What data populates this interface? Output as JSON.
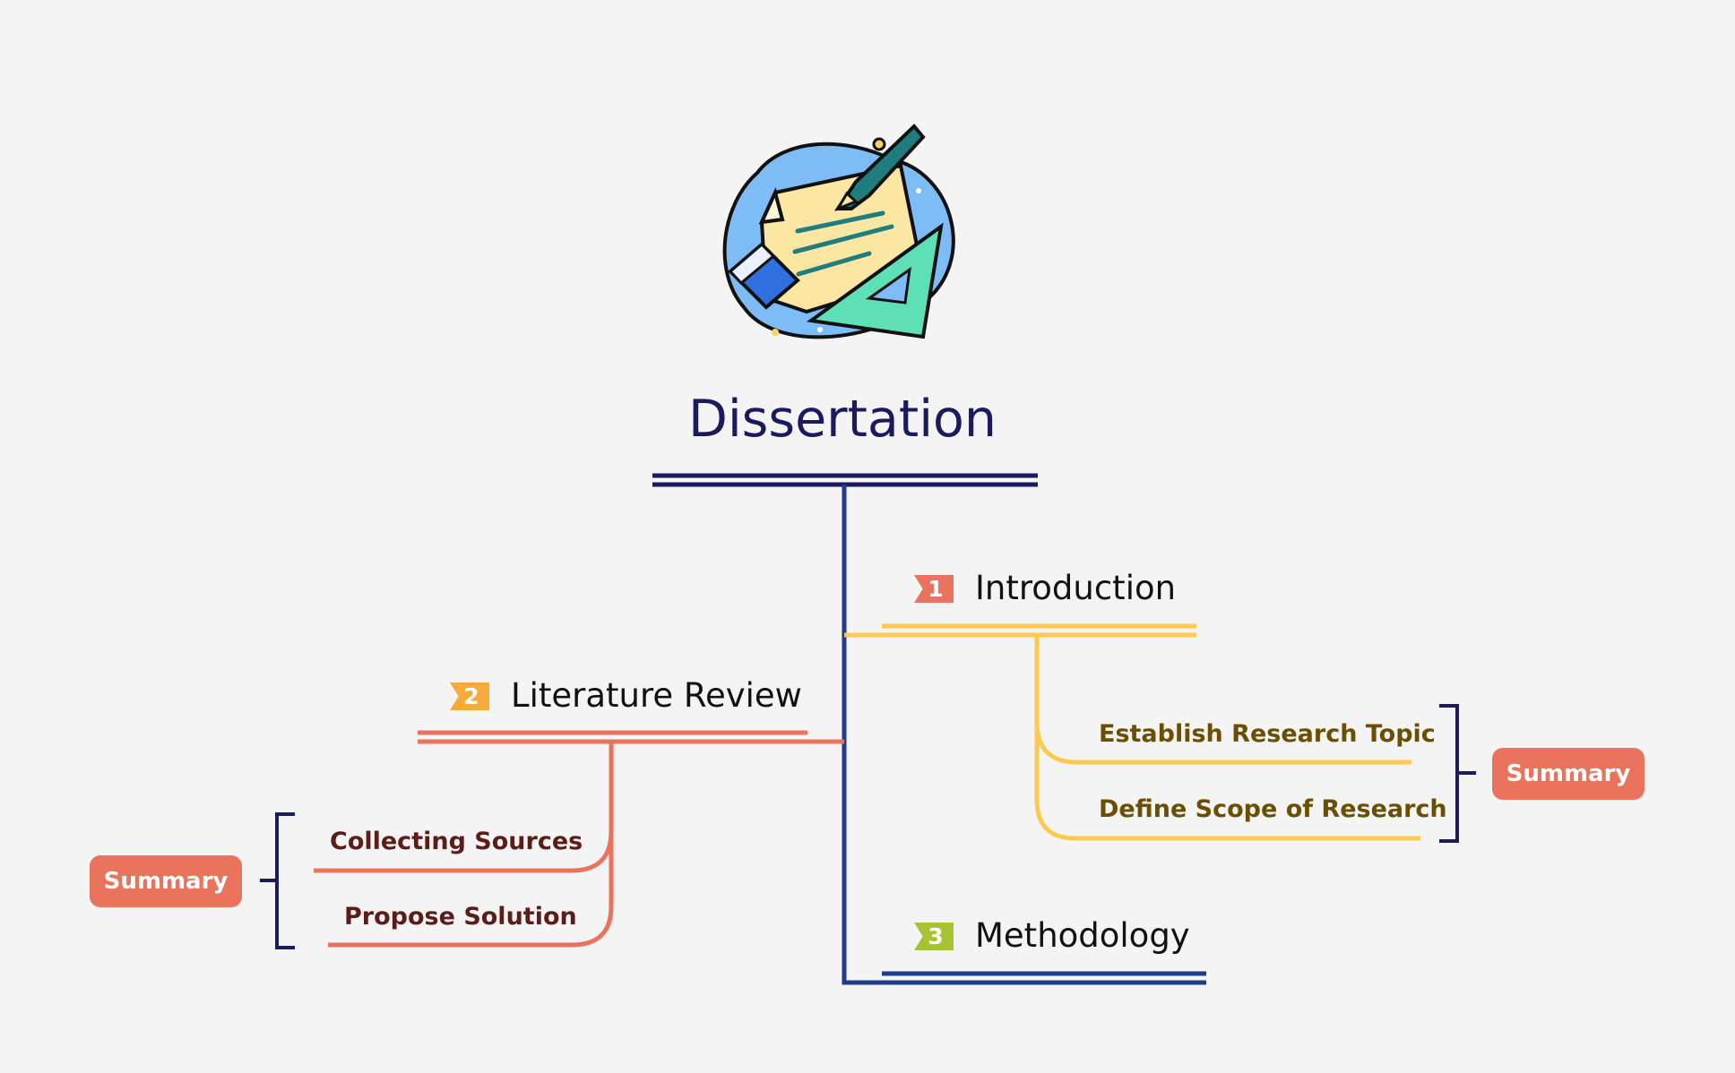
{
  "central": {
    "title": "Dissertation",
    "icon": "stationery-icon"
  },
  "topics": [
    {
      "number": "1",
      "label": "Introduction",
      "badge_color": "#e9735d",
      "branch_color": "#fdc94f",
      "subtopics": [
        "Establish Research Topic",
        "Define Scope of Research"
      ]
    },
    {
      "number": "2",
      "label": "Literature Review",
      "badge_color": "#f7a93a",
      "branch_color": "#e9735d",
      "subtopics": [
        "Collecting Sources",
        "Propose Solution"
      ]
    },
    {
      "number": "3",
      "label": "Methodology",
      "badge_color": "#a6c332",
      "branch_color": "#1f3b8c",
      "subtopics": []
    }
  ],
  "summaries": [
    {
      "label": "Summary",
      "color": "#e9735d"
    },
    {
      "label": "Summary",
      "color": "#e9735d"
    }
  ],
  "colors": {
    "trunk": "#1f3b8c",
    "title": "#1a1a5e",
    "bracket": "#1a1a5e"
  }
}
